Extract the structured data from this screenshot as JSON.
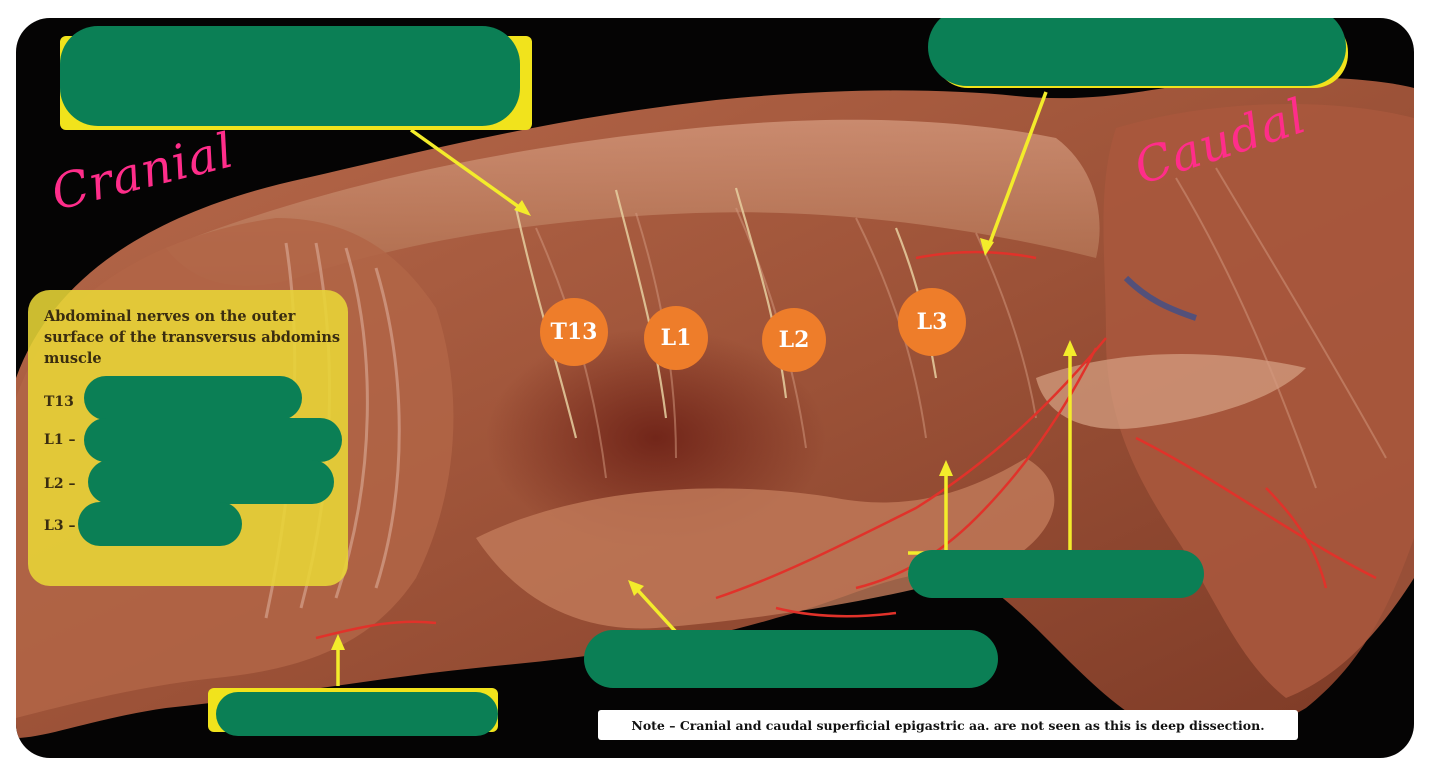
{
  "orientation": {
    "cranial": "Cranial",
    "caudal": "Caudal"
  },
  "nerve_badges": [
    "T13",
    "L1",
    "L2",
    "L3"
  ],
  "legend": {
    "title": "Abdominal nerves on the outer surface of the transversus abdomins muscle",
    "rows": [
      "T13",
      "L1 –",
      "L2 –",
      "L3 –"
    ]
  },
  "note": "Note – Cranial and caudal superficial epigastric aa. are not seen as this is deep dissection.",
  "colors": {
    "mask_green": "#0b7f55",
    "highlight_yellow": "#f1e31c",
    "badge_orange": "#ee7d2a",
    "script_pink": "#ff2d8a",
    "background": "#050404"
  }
}
